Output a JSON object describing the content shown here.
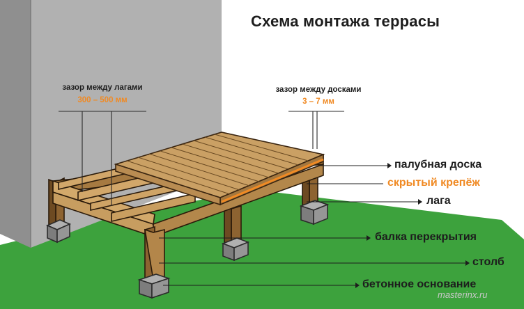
{
  "title": "Схема монтажа террасы",
  "joist_gap": {
    "caption": "зазор между лагами",
    "value": "300 – 500 мм"
  },
  "board_gap": {
    "caption": "зазор между досками",
    "value": "3 – 7 мм"
  },
  "labels": {
    "decking_board": "палубная доска",
    "hidden_fastener": "скрытый крепёж",
    "joist": "лага",
    "floor_beam": "балка перекрытия",
    "post": "столб",
    "concrete_base": "бетонное основание"
  },
  "watermark": "masterinx.ru",
  "colors": {
    "accent": "#f08a24",
    "wood": "#b98c52",
    "grass": "#3da23d",
    "wall": "#a9a9a9",
    "concrete": "#8f8f8f"
  }
}
